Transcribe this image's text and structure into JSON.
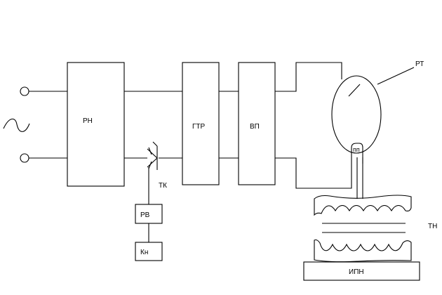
{
  "diagram": {
    "labels": {
      "rn": "РН",
      "gtr": "ГТР",
      "vp": "ВП",
      "rt": "РТ",
      "pp": "пп",
      "tk": "ТК",
      "rv": "РВ",
      "kn": "Кн",
      "tn": "ТН",
      "ipn": "ИПН"
    },
    "icons": [
      "ac-source-icon",
      "thyristor-icon",
      "electrode-icon",
      "terminal-icon"
    ],
    "colors": {
      "line": "#000000",
      "background": "#ffffff"
    }
  }
}
